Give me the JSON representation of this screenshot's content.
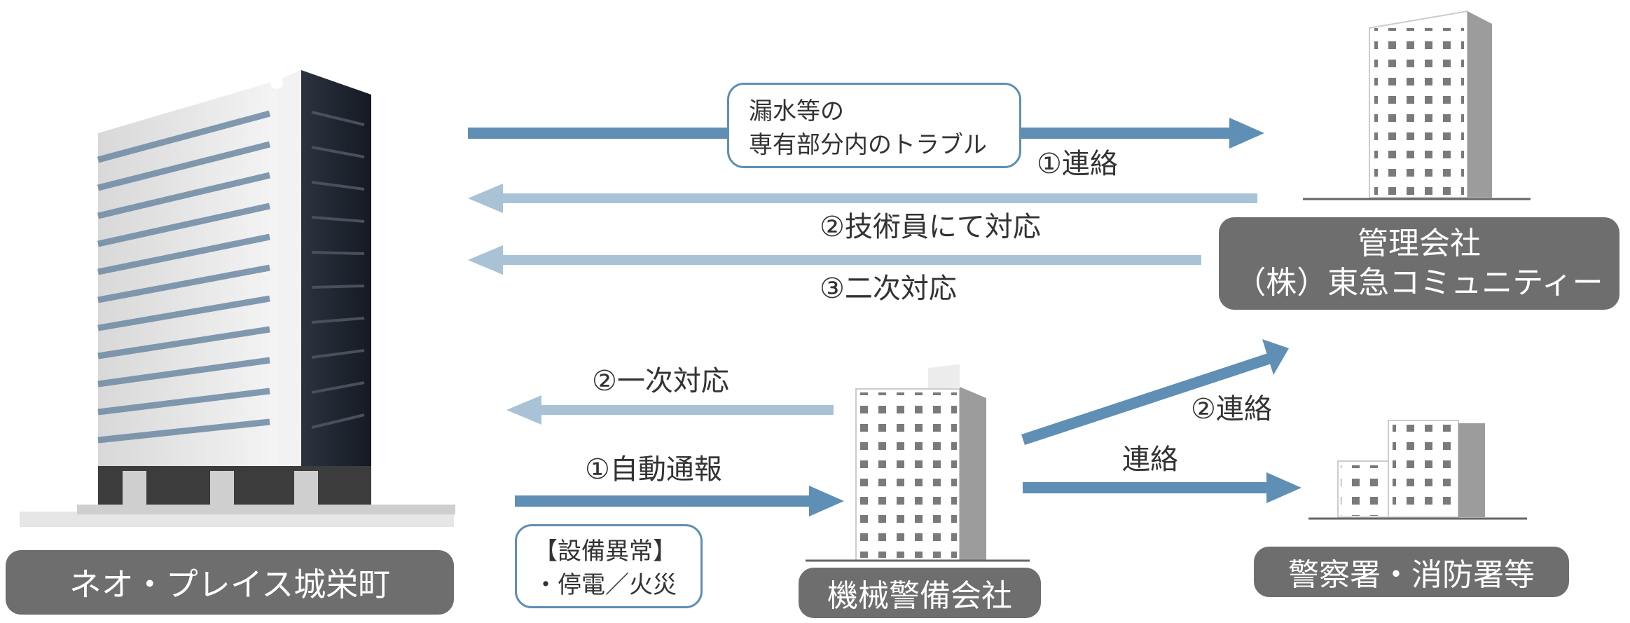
{
  "colors": {
    "arrow_dark": "#5f8fb4",
    "arrow_light": "#a9c2d6",
    "pill_bg": "#6e6e6e",
    "pill_text": "#ffffff",
    "text": "#333333"
  },
  "entities": {
    "residence": {
      "name": "ネオ・プレイス城栄町"
    },
    "management": {
      "line1": "管理会社",
      "line2": "（株）東急コミュニティー"
    },
    "security": {
      "name": "機械警備会社"
    },
    "police": {
      "name": "警察署・消防署等"
    }
  },
  "notes": {
    "trouble": {
      "line1": "漏水等の",
      "line2": "専有部分内のトラブル"
    },
    "equipment": {
      "line1": "【設備異常】",
      "line2": "・停電／火災"
    }
  },
  "flows": {
    "mgmt_contact": "①連絡",
    "mgmt_technician": "②技術員にて対応",
    "mgmt_secondary": "③二次対応",
    "sec_primary": "②一次対応",
    "sec_auto_report": "①自動通報",
    "sec_to_mgmt": "②連絡",
    "sec_to_police": "連絡"
  }
}
